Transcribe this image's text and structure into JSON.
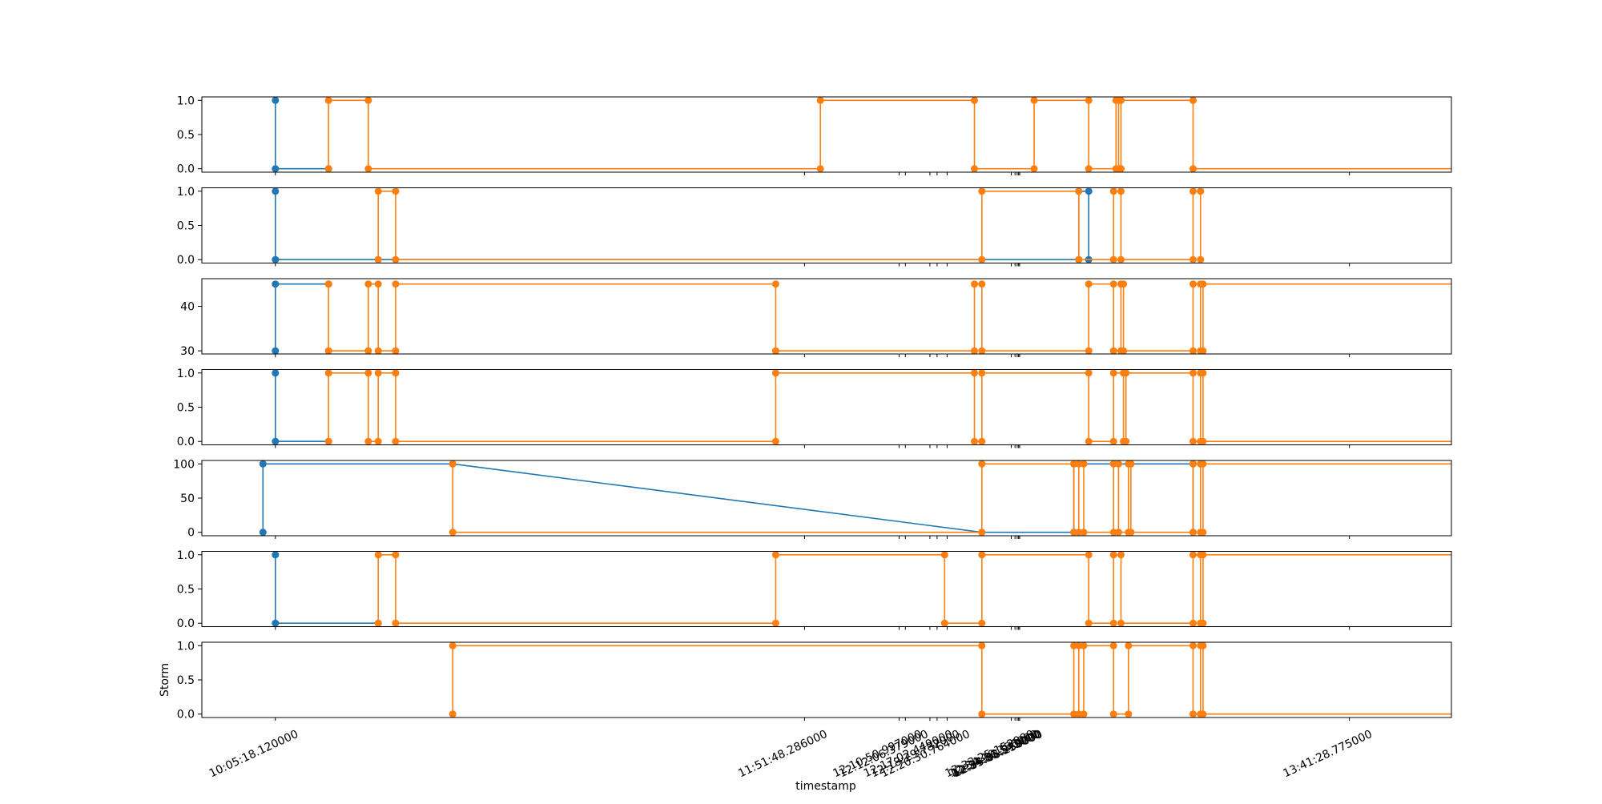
{
  "colors": {
    "series_blue": "#1f77b4",
    "series_orange": "#ff7f0e"
  },
  "chart_data": {
    "type": "line",
    "style": "step-with-markers",
    "xlabel": "timestamp",
    "x_domain": [
      "09:50:30",
      "14:02:00"
    ],
    "x_tick_labels": [
      {
        "time": "10:05:18",
        "label": "10:05:18.120000"
      },
      {
        "time": "11:51:48",
        "label": "11:51:48.286000"
      },
      {
        "time": "12:10:50",
        "label": "12:10:50.997000"
      },
      {
        "time": "12:12:06",
        "label": "12:12:06.379000"
      },
      {
        "time": "12:17:02",
        "label": "12:17:02.449000"
      },
      {
        "time": "12:18:29",
        "label": "12:18:29.782000"
      },
      {
        "time": "12:20:30",
        "label": "12:20:30.764000"
      },
      {
        "time": "12:33:25",
        "label": "12:33:25.152000"
      },
      {
        "time": "12:34:10",
        "label": "12:34:10.356000"
      },
      {
        "time": "12:34:36",
        "label": "12:34:36.543000"
      },
      {
        "time": "12:34:53",
        "label": "12:34:53.919000"
      },
      {
        "time": "12:35:06",
        "label": "12:35:06.250000"
      },
      {
        "time": "13:41:28",
        "label": "13:41:28.775000"
      }
    ],
    "panels": [
      {
        "ylabel": "",
        "yticks": [
          "0.0",
          "0.5",
          "1.0"
        ],
        "ylim": [
          -0.05,
          1.05
        ],
        "series": [
          {
            "color": "blue",
            "points": [
              [
                "10:05:18",
                1
              ],
              [
                "10:05:18",
                0
              ],
              [
                "10:16:00",
                0
              ]
            ]
          },
          {
            "color": "orange",
            "points": [
              [
                "10:16:00",
                0
              ],
              [
                "10:16:00",
                1
              ],
              [
                "10:24:00",
                1
              ],
              [
                "10:24:00",
                0
              ],
              [
                "11:55:00",
                0
              ],
              [
                "11:55:00",
                1
              ],
              [
                "12:26:00",
                1
              ],
              [
                "12:26:00",
                0
              ],
              [
                "12:38:00",
                0
              ],
              [
                "12:38:00",
                1
              ],
              [
                "12:49:00",
                1
              ],
              [
                "12:49:00",
                0
              ],
              [
                "12:54:30",
                0
              ],
              [
                "12:54:30",
                1
              ],
              [
                "12:55:00",
                1
              ],
              [
                "12:55:00",
                0
              ],
              [
                "12:55:30",
                0
              ],
              [
                "12:55:30",
                1
              ],
              [
                "13:10:00",
                1
              ],
              [
                "13:10:00",
                0
              ],
              [
                "14:18:00",
                0
              ],
              [
                "14:18:00",
                1
              ]
            ]
          }
        ]
      },
      {
        "ylabel": "",
        "yticks": [
          "0.0",
          "0.5",
          "1.0"
        ],
        "ylim": [
          -0.05,
          1.05
        ],
        "series": [
          {
            "color": "blue",
            "points": [
              [
                "10:05:18",
                1
              ],
              [
                "10:05:18",
                0
              ],
              [
                "10:26:00",
                0
              ],
              [
                "12:47:00",
                0
              ],
              [
                "12:47:00",
                1
              ],
              [
                "12:49:00",
                1
              ],
              [
                "12:49:00",
                0
              ]
            ]
          },
          {
            "color": "orange",
            "points": [
              [
                "10:26:00",
                0
              ],
              [
                "10:26:00",
                1
              ],
              [
                "10:29:30",
                1
              ],
              [
                "10:29:30",
                0
              ],
              [
                "12:27:30",
                0
              ],
              [
                "12:27:30",
                1
              ],
              [
                "12:47:00",
                1
              ],
              [
                "12:47:00",
                0
              ],
              [
                "12:54:00",
                0
              ],
              [
                "12:54:00",
                1
              ],
              [
                "12:55:30",
                1
              ],
              [
                "12:55:30",
                0
              ],
              [
                "13:10:00",
                0
              ],
              [
                "13:10:00",
                1
              ],
              [
                "13:11:30",
                1
              ],
              [
                "13:11:30",
                0
              ]
            ]
          }
        ]
      },
      {
        "ylabel": "",
        "yticks": [
          "30",
          "40"
        ],
        "ylim": [
          29.3,
          46.2
        ],
        "series": [
          {
            "color": "blue",
            "points": [
              [
                "10:05:18",
                30
              ],
              [
                "10:05:18",
                45
              ],
              [
                "10:16:00",
                45
              ]
            ]
          },
          {
            "color": "orange",
            "points": [
              [
                "10:16:00",
                45
              ],
              [
                "10:16:00",
                30
              ],
              [
                "10:24:00",
                30
              ],
              [
                "10:24:00",
                45
              ],
              [
                "10:26:00",
                45
              ],
              [
                "10:26:00",
                30
              ],
              [
                "10:29:30",
                30
              ],
              [
                "10:29:30",
                45
              ],
              [
                "11:46:00",
                45
              ],
              [
                "11:46:00",
                30
              ],
              [
                "12:26:00",
                30
              ],
              [
                "12:26:00",
                45
              ],
              [
                "12:27:30",
                45
              ],
              [
                "12:27:30",
                30
              ],
              [
                "12:49:00",
                30
              ],
              [
                "12:49:00",
                45
              ],
              [
                "12:54:00",
                45
              ],
              [
                "12:54:00",
                30
              ],
              [
                "12:55:30",
                30
              ],
              [
                "12:55:30",
                45
              ],
              [
                "12:56:00",
                45
              ],
              [
                "12:56:00",
                30
              ],
              [
                "13:10:00",
                30
              ],
              [
                "13:10:00",
                45
              ],
              [
                "13:11:30",
                45
              ],
              [
                "13:11:30",
                30
              ],
              [
                "13:12:00",
                30
              ],
              [
                "13:12:00",
                45
              ],
              [
                "14:18:00",
                45
              ],
              [
                "14:18:00",
                30
              ]
            ]
          }
        ]
      },
      {
        "ylabel": "",
        "yticks": [
          "0.0",
          "0.5",
          "1.0"
        ],
        "ylim": [
          -0.05,
          1.05
        ],
        "series": [
          {
            "color": "blue",
            "points": [
              [
                "10:05:18",
                1
              ],
              [
                "10:05:18",
                0
              ],
              [
                "10:16:00",
                0
              ]
            ]
          },
          {
            "color": "orange",
            "points": [
              [
                "10:16:00",
                0
              ],
              [
                "10:16:00",
                1
              ],
              [
                "10:24:00",
                1
              ],
              [
                "10:24:00",
                0
              ],
              [
                "10:26:00",
                0
              ],
              [
                "10:26:00",
                1
              ],
              [
                "10:29:30",
                1
              ],
              [
                "10:29:30",
                0
              ],
              [
                "11:46:00",
                0
              ],
              [
                "11:46:00",
                1
              ],
              [
                "12:26:00",
                1
              ],
              [
                "12:26:00",
                0
              ],
              [
                "12:27:30",
                0
              ],
              [
                "12:27:30",
                1
              ],
              [
                "12:49:00",
                1
              ],
              [
                "12:49:00",
                0
              ],
              [
                "12:54:00",
                0
              ],
              [
                "12:54:00",
                1
              ],
              [
                "12:56:00",
                1
              ],
              [
                "12:56:00",
                0
              ],
              [
                "12:56:30",
                0
              ],
              [
                "12:56:30",
                1
              ],
              [
                "13:10:00",
                1
              ],
              [
                "13:10:00",
                0
              ],
              [
                "13:11:30",
                0
              ],
              [
                "13:11:30",
                1
              ],
              [
                "13:12:00",
                1
              ],
              [
                "13:12:00",
                0
              ],
              [
                "14:18:00",
                0
              ],
              [
                "14:18:00",
                1
              ]
            ]
          }
        ]
      },
      {
        "ylabel": "",
        "yticks": [
          "0",
          "50",
          "100"
        ],
        "ylim": [
          -5,
          105
        ],
        "series": [
          {
            "color": "blue",
            "points": [
              [
                "10:02:48",
                0
              ],
              [
                "10:02:48",
                100
              ],
              [
                "10:41:00",
                100
              ],
              [
                "12:27:30",
                0
              ],
              [
                "12:46:00",
                0
              ],
              [
                "12:46:00",
                100
              ],
              [
                "13:10:00",
                100
              ],
              [
                "13:10:00",
                0
              ]
            ]
          },
          {
            "color": "orange",
            "points": [
              [
                "10:41:00",
                100
              ],
              [
                "10:41:00",
                0
              ],
              [
                "12:27:30",
                0
              ],
              [
                "12:27:30",
                100
              ],
              [
                "12:46:00",
                100
              ],
              [
                "12:46:00",
                0
              ],
              [
                "12:47:00",
                0
              ],
              [
                "12:47:00",
                100
              ],
              [
                "12:48:00",
                100
              ],
              [
                "12:48:00",
                0
              ],
              [
                "12:54:00",
                0
              ],
              [
                "12:54:00",
                100
              ],
              [
                "12:55:00",
                100
              ],
              [
                "12:55:00",
                0
              ],
              [
                "12:57:00",
                0
              ],
              [
                "12:57:00",
                100
              ],
              [
                "12:57:30",
                100
              ],
              [
                "12:57:30",
                0
              ],
              [
                "13:10:00",
                0
              ],
              [
                "13:10:00",
                100
              ],
              [
                "13:11:30",
                100
              ],
              [
                "13:11:30",
                0
              ],
              [
                "13:12:00",
                0
              ],
              [
                "13:12:00",
                100
              ],
              [
                "14:18:00",
                100
              ]
            ]
          }
        ]
      },
      {
        "ylabel": "",
        "yticks": [
          "0.0",
          "0.5",
          "1.0"
        ],
        "ylim": [
          -0.05,
          1.05
        ],
        "series": [
          {
            "color": "blue",
            "points": [
              [
                "10:05:18",
                1
              ],
              [
                "10:05:18",
                0
              ],
              [
                "10:26:00",
                0
              ]
            ]
          },
          {
            "color": "orange",
            "points": [
              [
                "10:26:00",
                0
              ],
              [
                "10:26:00",
                1
              ],
              [
                "10:29:30",
                1
              ],
              [
                "10:29:30",
                0
              ],
              [
                "11:46:00",
                0
              ],
              [
                "11:46:00",
                1
              ],
              [
                "12:20:00",
                1
              ],
              [
                "12:20:00",
                0
              ],
              [
                "12:27:30",
                0
              ],
              [
                "12:27:30",
                1
              ],
              [
                "12:49:00",
                1
              ],
              [
                "12:49:00",
                0
              ],
              [
                "12:54:00",
                0
              ],
              [
                "12:54:00",
                1
              ],
              [
                "12:55:30",
                1
              ],
              [
                "12:55:30",
                0
              ],
              [
                "13:10:00",
                0
              ],
              [
                "13:10:00",
                1
              ],
              [
                "13:11:30",
                1
              ],
              [
                "13:11:30",
                0
              ],
              [
                "13:12:00",
                0
              ],
              [
                "13:12:00",
                1
              ],
              [
                "14:18:00",
                1
              ],
              [
                "14:18:00",
                0
              ]
            ]
          }
        ]
      },
      {
        "ylabel": "Storm",
        "yticks": [
          "0.0",
          "0.5",
          "1.0"
        ],
        "ylim": [
          -0.05,
          1.05
        ],
        "series": [
          {
            "color": "orange",
            "points": [
              [
                "10:41:00",
                0
              ],
              [
                "10:41:00",
                1
              ],
              [
                "12:27:30",
                1
              ],
              [
                "12:27:30",
                0
              ],
              [
                "12:46:00",
                0
              ],
              [
                "12:46:00",
                1
              ],
              [
                "12:47:00",
                1
              ],
              [
                "12:47:00",
                0
              ],
              [
                "12:48:00",
                0
              ],
              [
                "12:48:00",
                1
              ],
              [
                "12:54:00",
                1
              ],
              [
                "12:54:00",
                0
              ],
              [
                "12:57:00",
                0
              ],
              [
                "12:57:00",
                1
              ],
              [
                "13:10:00",
                1
              ],
              [
                "13:10:00",
                0
              ],
              [
                "13:11:30",
                0
              ],
              [
                "13:11:30",
                1
              ],
              [
                "13:12:00",
                1
              ],
              [
                "13:12:00",
                0
              ],
              [
                "14:18:00",
                0
              ]
            ]
          }
        ]
      }
    ]
  }
}
